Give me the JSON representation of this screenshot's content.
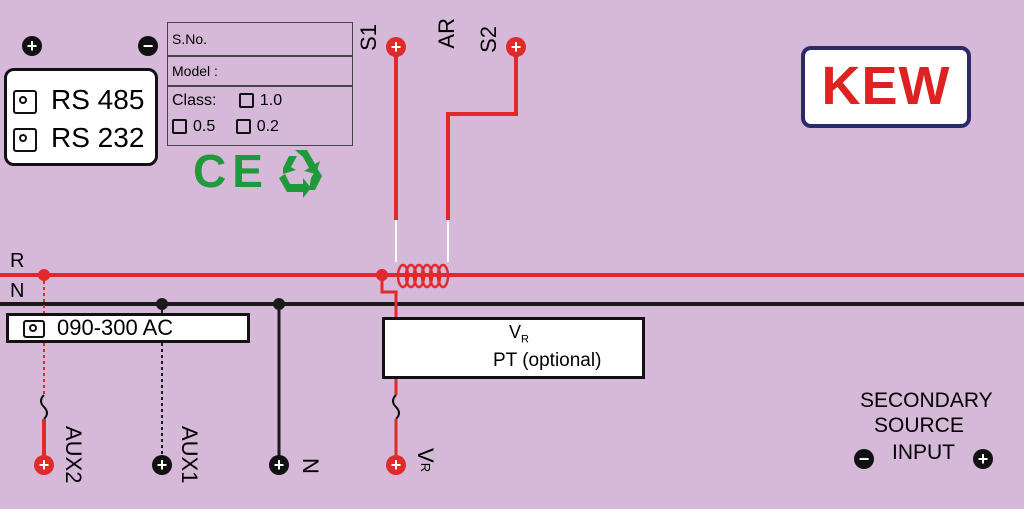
{
  "terminals": {
    "minus": "−",
    "plus": "+"
  },
  "comm": {
    "rs485": "RS 485",
    "rs232": "RS 232"
  },
  "info": {
    "sno": "S.No.",
    "model": "Model  :",
    "class_label": "Class:",
    "class_1_0": "1.0",
    "class_0_5": "0.5",
    "class_0_2": "0.2"
  },
  "marks": {
    "ce": "CE"
  },
  "ct": {
    "s1": "S1",
    "ar": "AR",
    "s2": "S2"
  },
  "brand": {
    "logo": "KEW",
    "color": "#d22222"
  },
  "lines": {
    "r": "R",
    "n": "N",
    "r_color": "#e02a2a",
    "n_color": "#1a1a1a"
  },
  "aux_supply": {
    "label": "090-300 AC"
  },
  "pt": {
    "v": "V",
    "sub": "R",
    "label": "PT (optional)"
  },
  "bottom_terminals": {
    "aux2": "AUX2",
    "aux1": "AUX1",
    "n": "N",
    "vr_v": "V",
    "vr_sub": "R"
  },
  "secondary": {
    "line1": "SECONDARY",
    "line2": "SOURCE",
    "line3": "INPUT"
  }
}
